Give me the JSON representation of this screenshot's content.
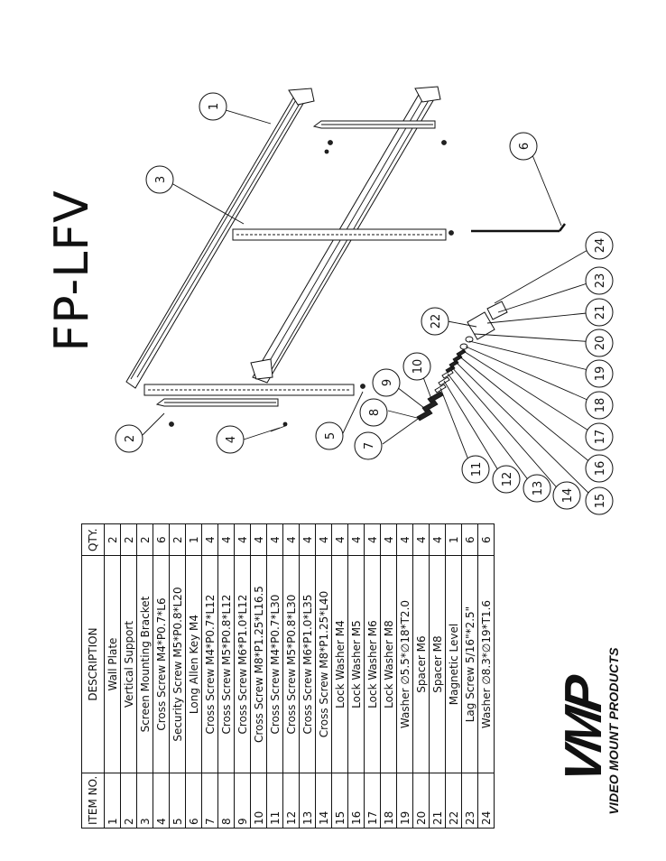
{
  "title": "FP-LFV",
  "table": {
    "headers": {
      "item_no": "ITEM NO.",
      "description": "DESCRIPTION",
      "qty": "QTY."
    },
    "rows": [
      {
        "no": "1",
        "description": "Wall Plate",
        "qty": "2"
      },
      {
        "no": "2",
        "description": "Vertical Support",
        "qty": "2"
      },
      {
        "no": "3",
        "description": "Screen Mounting Bracket",
        "qty": "2"
      },
      {
        "no": "4",
        "description": "Cross Screw M4*P0.7*L6",
        "qty": "6"
      },
      {
        "no": "5",
        "description": "Security Screw M5*P0.8*L20",
        "qty": "2"
      },
      {
        "no": "6",
        "description": "Long Allen Key M4",
        "qty": "1"
      },
      {
        "no": "7",
        "description": "Cross Screw M4*P0.7*L12",
        "qty": "4"
      },
      {
        "no": "8",
        "description": "Cross Screw M5*P0.8*L12",
        "qty": "4"
      },
      {
        "no": "9",
        "description": "Cross Screw M6*P1.0*L12",
        "qty": "4"
      },
      {
        "no": "10",
        "description": "Cross Screw M8*P1.25*L16.5",
        "qty": "4"
      },
      {
        "no": "11",
        "description": "Cross Screw M4*P0.7*L30",
        "qty": "4"
      },
      {
        "no": "12",
        "description": "Cross Screw M5*P0.8*L30",
        "qty": "4"
      },
      {
        "no": "13",
        "description": "Cross Screw M6*P1.0*L35",
        "qty": "4"
      },
      {
        "no": "14",
        "description": "Cross Screw M8*P1.25*L40",
        "qty": "4"
      },
      {
        "no": "15",
        "description": "Lock Washer M4",
        "qty": "4"
      },
      {
        "no": "16",
        "description": "Lock Washer M5",
        "qty": "4"
      },
      {
        "no": "17",
        "description": "Lock Washer M6",
        "qty": "4"
      },
      {
        "no": "18",
        "description": "Lock Washer M8",
        "qty": "4"
      },
      {
        "no": "19",
        "description": "Washer ∅5.5*∅18*T2.0",
        "qty": "4"
      },
      {
        "no": "20",
        "description": "Spacer M6",
        "qty": "4"
      },
      {
        "no": "21",
        "description": "Spacer M8",
        "qty": "4"
      },
      {
        "no": "22",
        "description": "Magnetic Level",
        "qty": "1"
      },
      {
        "no": "23",
        "description": "Lag Screw 5/16\"*2.5\"",
        "qty": "6"
      },
      {
        "no": "24",
        "description": "Washer ∅8.3*∅19*T1.6",
        "qty": "6"
      }
    ]
  },
  "callouts": [
    "1",
    "2",
    "3",
    "4",
    "5",
    "6",
    "7",
    "8",
    "9",
    "10",
    "11",
    "12",
    "13",
    "14",
    "15",
    "16",
    "17",
    "18",
    "19",
    "20",
    "21",
    "22",
    "23",
    "24"
  ],
  "logo": {
    "mark": "VMP",
    "text": "VIDEO MOUNT PRODUCTS"
  }
}
